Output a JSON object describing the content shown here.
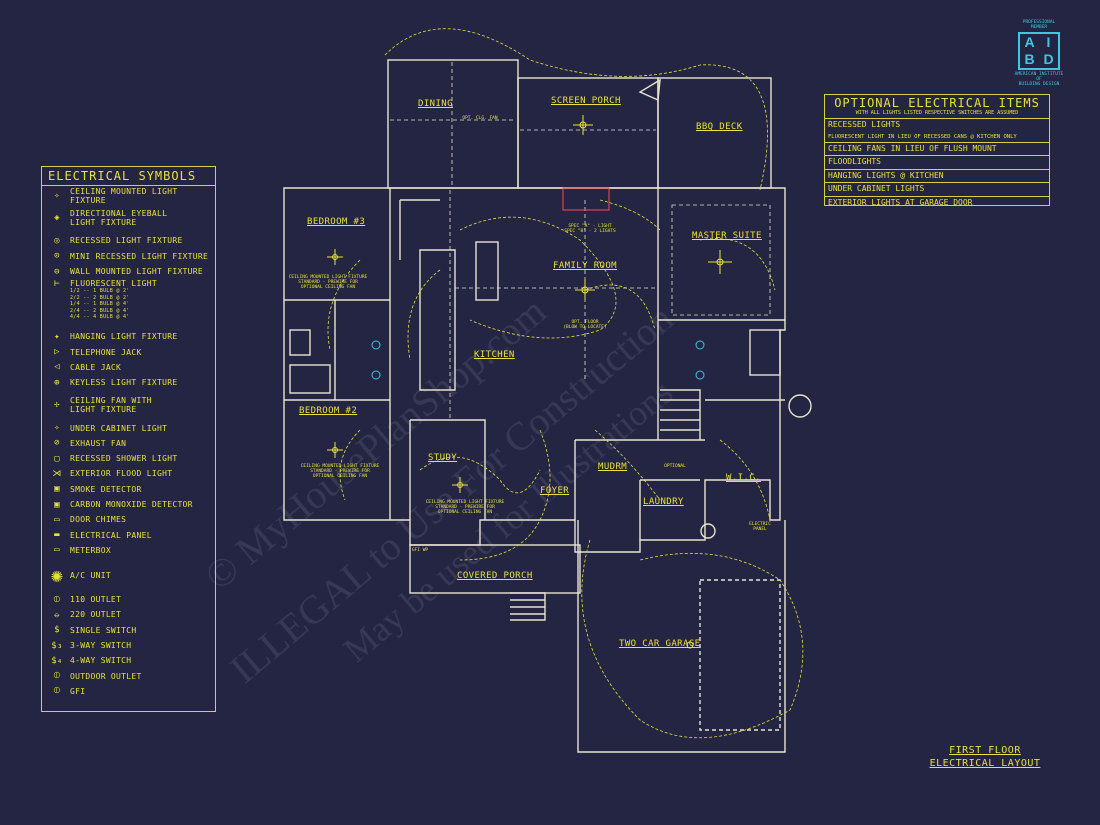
{
  "legend": {
    "title": "ELECTRICAL SYMBOLS",
    "items": [
      {
        "icon": "ceiling-light",
        "label": "CEILING MOUNTED LIGHT FIXTURE"
      },
      {
        "icon": "eyeball-light",
        "label": "DIRECTIONAL EYEBALL",
        "label2": "LIGHT FIXTURE"
      },
      {
        "icon": "recessed-light",
        "label": "RECESSED LIGHT FIXTURE"
      },
      {
        "icon": "mini-recessed-light",
        "label": "MINI RECESSED LIGHT FIXTURE"
      },
      {
        "icon": "wall-light",
        "label": "WALL MOUNTED LIGHT FIXTURE"
      },
      {
        "icon": "fluorescent-light",
        "label": "FLUORESCENT LIGHT",
        "sub": [
          "1/2 -- 1 BULB @ 2'",
          "2/2 -- 2 BULB @ 2'",
          "1/4 -- 1 BULB @ 4'",
          "2/4 -- 2 BULB @ 4'",
          "4/4 -- 4 BULB @ 4'"
        ]
      },
      {
        "icon": "hanging-light",
        "label": "HANGING LIGHT FIXTURE"
      },
      {
        "icon": "telephone-jack",
        "label": "TELEPHONE JACK"
      },
      {
        "icon": "cable-jack",
        "label": "CABLE JACK"
      },
      {
        "icon": "keyless-light",
        "label": "KEYLESS LIGHT FIXTURE"
      },
      {
        "icon": "ceiling-fan",
        "label": "CEILING FAN WITH",
        "label2": "LIGHT FIXTURE"
      },
      {
        "icon": "under-cabinet-light",
        "label": "UNDER CABINET LIGHT"
      },
      {
        "icon": "exhaust-fan",
        "label": "EXHAUST FAN"
      },
      {
        "icon": "shower-light",
        "label": "RECESSED SHOWER LIGHT"
      },
      {
        "icon": "flood-light",
        "label": "EXTERIOR FLOOD LIGHT"
      },
      {
        "icon": "smoke-detector",
        "label": "SMOKE DETECTOR"
      },
      {
        "icon": "co-detector",
        "label": "CARBON MONOXIDE DETECTOR"
      },
      {
        "icon": "door-chimes",
        "label": "DOOR CHIMES"
      },
      {
        "icon": "electrical-panel",
        "label": "ELECTRICAL PANEL"
      },
      {
        "icon": "meterbox",
        "label": "METERBOX"
      },
      {
        "icon": "ac-unit",
        "label": "A/C UNIT"
      },
      {
        "icon": "outlet-110",
        "label": "110 OUTLET"
      },
      {
        "icon": "outlet-220",
        "label": "220 OUTLET"
      },
      {
        "icon": "single-switch",
        "label": "SINGLE SWITCH"
      },
      {
        "icon": "three-way-switch",
        "label": "3-WAY SWITCH"
      },
      {
        "icon": "four-way-switch",
        "label": "4-WAY SWITCH"
      },
      {
        "icon": "outdoor-outlet",
        "label": "OUTDOOR OUTLET"
      },
      {
        "icon": "gfi",
        "label": "GFI"
      }
    ]
  },
  "optional": {
    "title": "OPTIONAL ELECTRICAL ITEMS",
    "subtitle": "WITH ALL LIGHTS LISTED RESPECTIVE SWITCHES ARE ASSUMED",
    "rows": [
      {
        "text": "RECESSED LIGHTS"
      },
      {
        "text": "FLUORESCENT LIGHT IN LIEU OF RECESSED CANS @ KITCHEN ONLY"
      },
      {
        "text": "CEILING FANS IN LIEU OF FLUSH MOUNT"
      },
      {
        "text": "FLOODLIGHTS"
      },
      {
        "text": "HANGING LIGHTS @ KITCHEN"
      },
      {
        "text": "UNDER CABINET LIGHTS"
      },
      {
        "text": "EXTERIOR LIGHTS AT GARAGE DOOR"
      }
    ]
  },
  "logo": {
    "top1": "PROFESSIONAL",
    "top2": "MEMBER",
    "l1": "A",
    "l2": "I",
    "l3": "B",
    "l4": "D",
    "bottom1": "AMERICAN INSTITUTE",
    "bottom2": "OF",
    "bottom3": "BUILDING DESIGN"
  },
  "rooms": {
    "dining": "DINING",
    "screen_porch": "SCREEN PORCH",
    "bbq_deck": "BBQ DECK",
    "bedroom3": "BEDROOM #3",
    "family_room": "FAMILY ROOM",
    "master_suite": "MASTER SUITE",
    "kitchen": "KITCHEN",
    "bedroom2": "BEDROOM #2",
    "study": "STUDY",
    "mudrm": "MUDRM",
    "wic": "W.I.C.",
    "foyer": "FOYER",
    "laundry": "LAUNDRY",
    "covered_porch": "COVERED PORCH",
    "garage": "TWO CAR GARAGE"
  },
  "notes": {
    "bed3_fixture": [
      "CEILING MOUNTED LIGHT FIXTURE",
      "STANDARD - PREWIRE FOR",
      "OPTIONAL CEILING FAN"
    ],
    "bed2_fixture": [
      "CEILING MOUNTED LIGHT FIXTURE",
      "STANDARD - PREWIRE FOR",
      "OPTIONAL CEILING FAN"
    ],
    "study_fixture": [
      "CEILING MOUNTED LIGHT FIXTURE",
      "STANDARD - PREWIRE FOR",
      "OPTIONAL CEILING FAN"
    ],
    "spec": [
      "SPEC \"A\" - LIGHT",
      "SPEC \"B\" - 2 LIGHTS"
    ],
    "opt_floor": [
      "OPT. FLOOR",
      "(BLOW TO LOCATE)"
    ],
    "opt_clg_fan": "OPT. CLG. FAN",
    "optional": "OPTIONAL",
    "electric_panel": "ELECTRIC PANEL",
    "gfi_wp": "GFI WP"
  },
  "caption": {
    "line1": "FIRST FLOOR",
    "line2": "ELECTRICAL LAYOUT"
  },
  "watermark": {
    "line1": "© MyHousePlanShop.com",
    "line2": "ILLEGAL to Use For Construction",
    "line3": "May be used for Illustrations"
  },
  "colors": {
    "background": "#232542",
    "linework": "#e8e4d0",
    "symbols": "#e8e23a",
    "cyan": "#3fc7e0"
  }
}
